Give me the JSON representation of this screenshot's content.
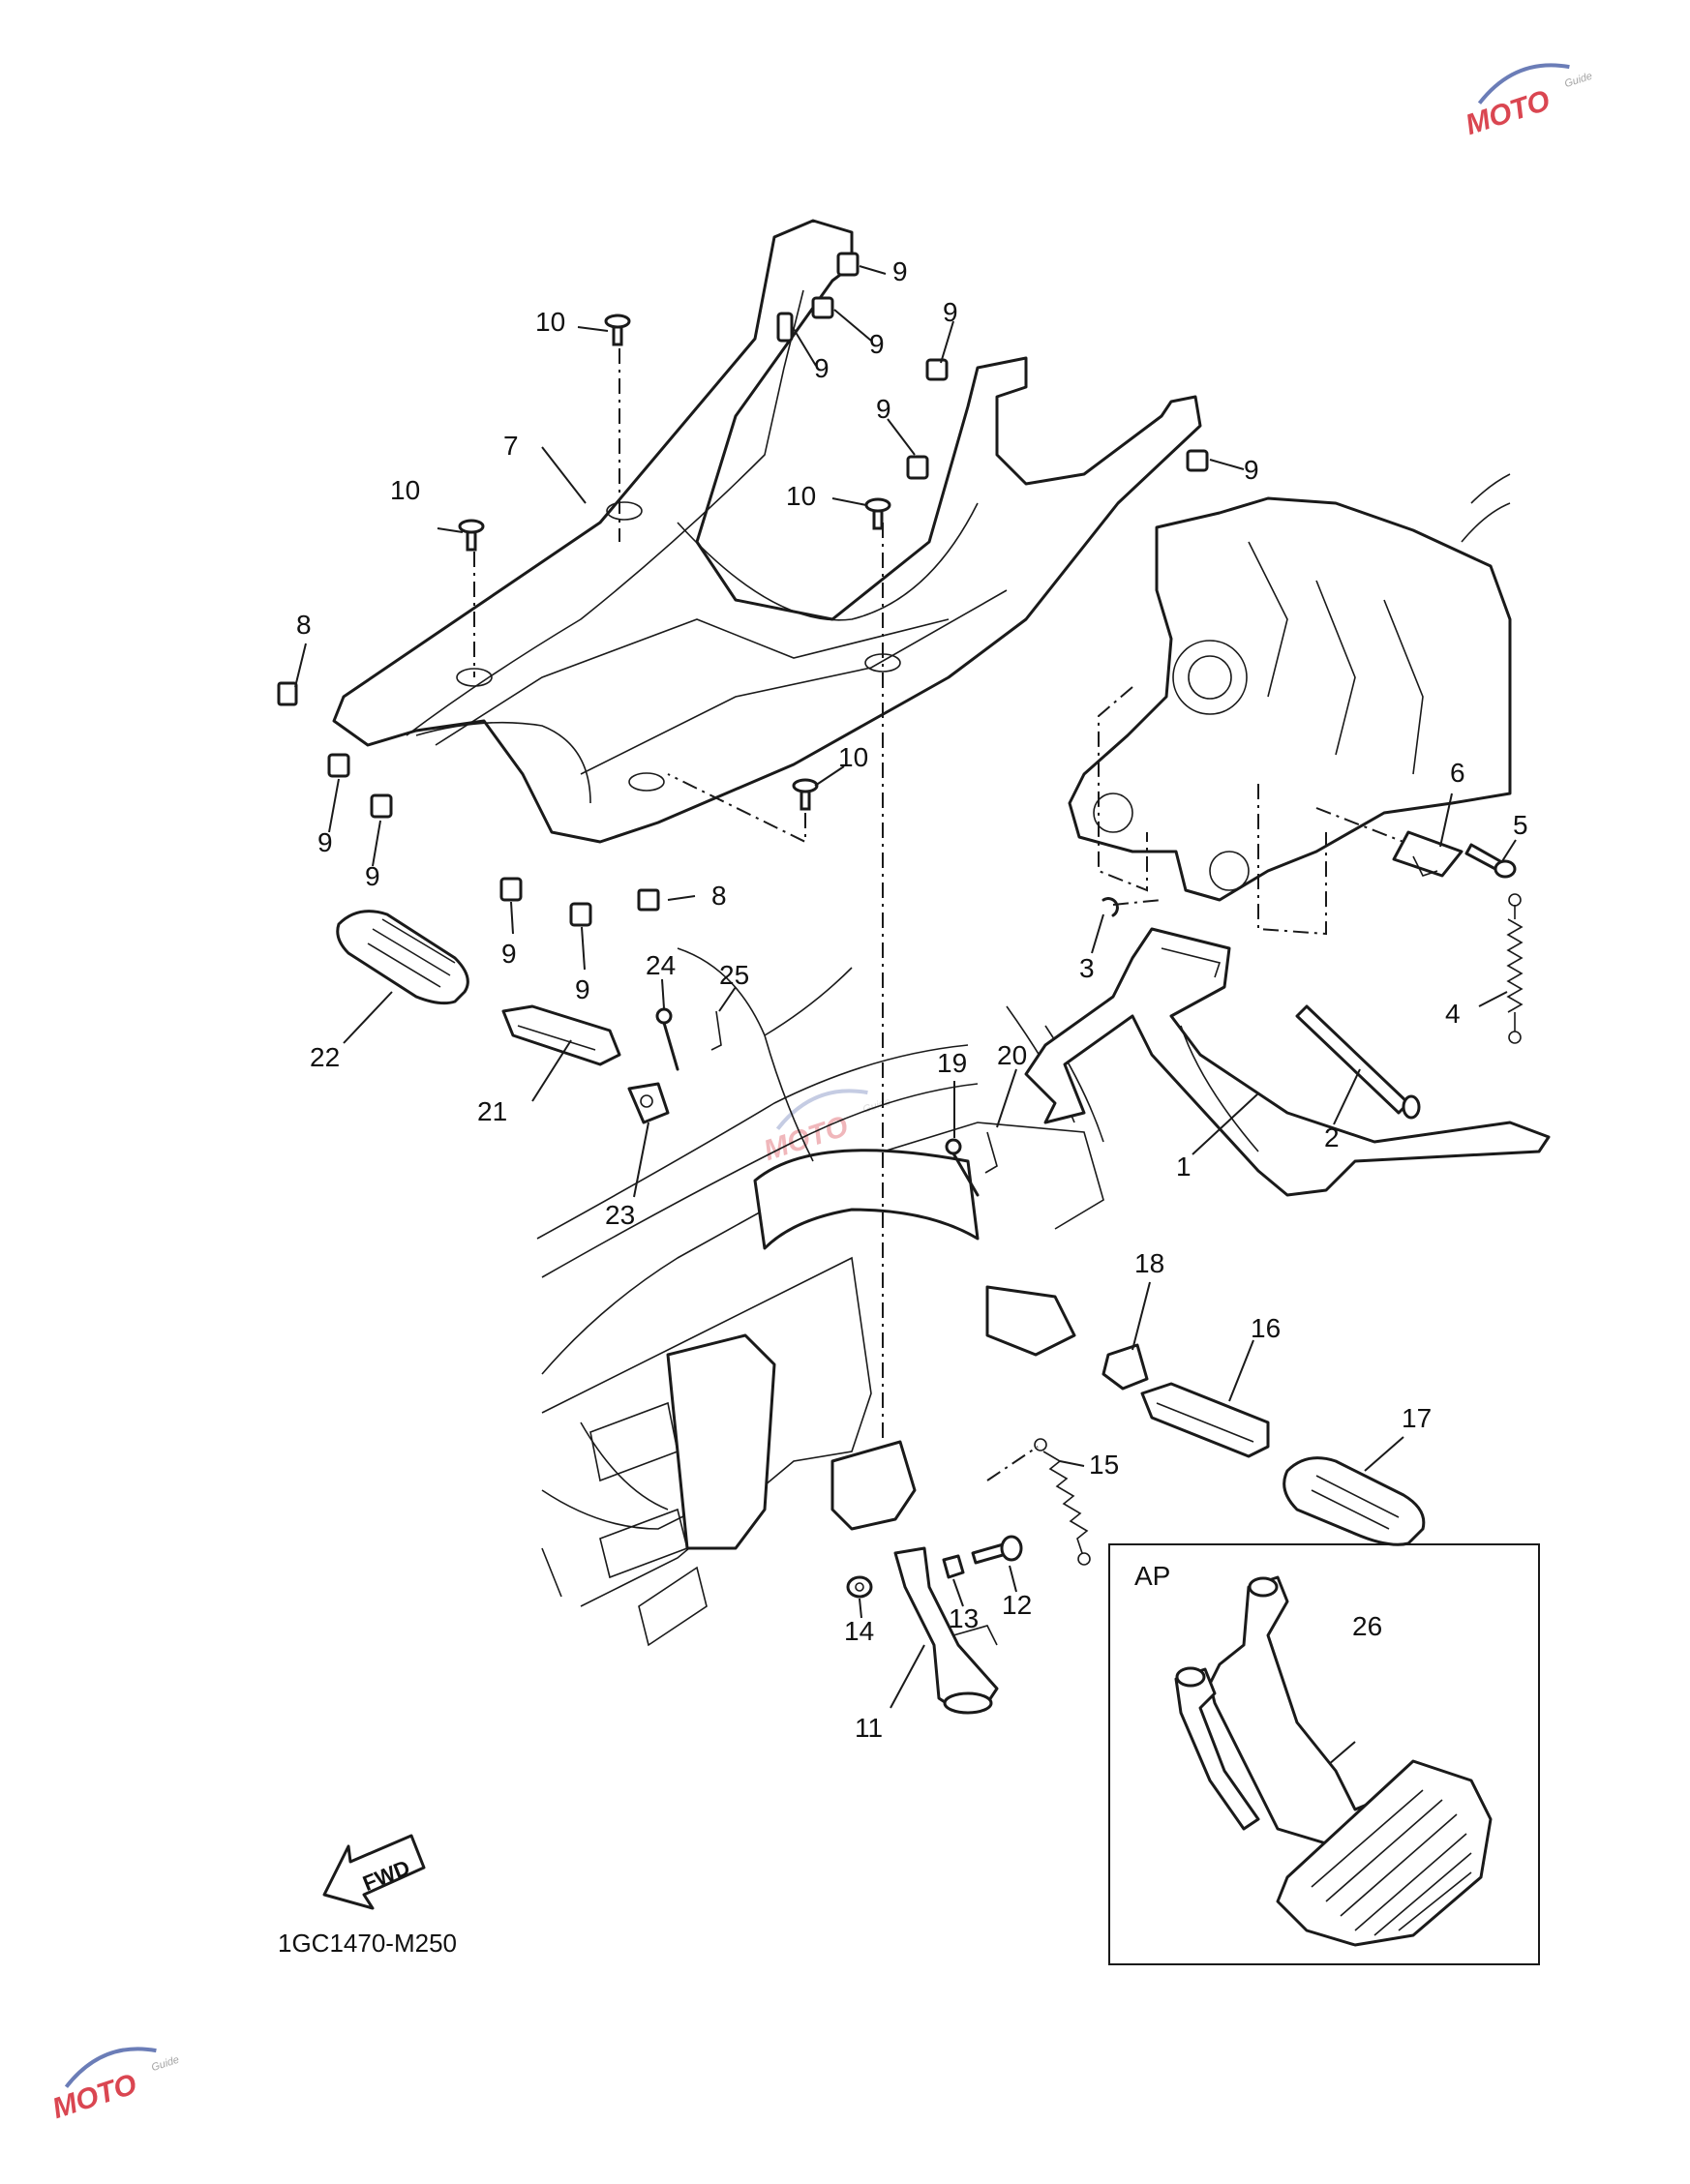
{
  "diagram": {
    "drawing_code": "1GC1470-M250",
    "inset_label": "AP",
    "fwd_label": "FWD",
    "callouts": {
      "c1": "1",
      "c2": "2",
      "c3": "3",
      "c4": "4",
      "c5": "5",
      "c6": "6",
      "c7": "7",
      "c8a": "8",
      "c8b": "8",
      "c9a": "9",
      "c9b": "9",
      "c9c": "9",
      "c9d": "9",
      "c9e": "9",
      "c9f": "9",
      "c9g": "9",
      "c9h": "9",
      "c9i": "9",
      "c9j": "9",
      "c10a": "10",
      "c10b": "10",
      "c10c": "10",
      "c10d": "10",
      "c11": "11",
      "c12": "12",
      "c13": "13",
      "c14": "14",
      "c15": "15",
      "c16": "16",
      "c17": "17",
      "c18": "18",
      "c19": "19",
      "c20": "20",
      "c21": "21",
      "c22": "22",
      "c23": "23",
      "c24": "24",
      "c25": "25",
      "c26": "26"
    }
  },
  "watermark": {
    "text": "MOTO",
    "subtext": "Guide",
    "colors": {
      "red": "#d6333f",
      "blue": "#5b6fb0",
      "gray": "#9a9a9a"
    }
  }
}
